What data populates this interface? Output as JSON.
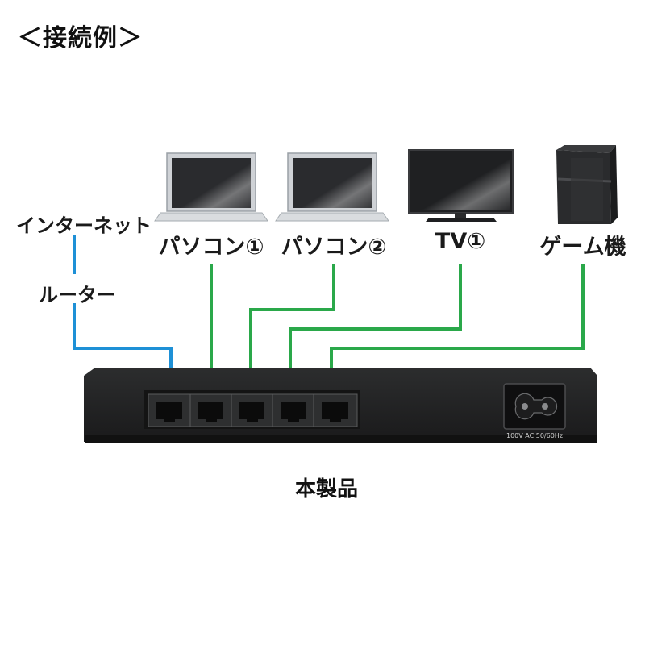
{
  "title": "＜接続例＞",
  "left_labels": {
    "internet": "インターネット",
    "router": "ルーター"
  },
  "devices": [
    {
      "label": "パソコン①",
      "icon": "laptop-icon"
    },
    {
      "label": "パソコン②",
      "icon": "laptop-icon"
    },
    {
      "label": "TV①",
      "icon": "tv-icon"
    },
    {
      "label": "ゲーム機",
      "icon": "game-console-icon"
    }
  ],
  "product": {
    "label": "本製品",
    "power_rating": "100V AC 50/60Hz",
    "port_count": 5
  },
  "colors": {
    "uplink_cable": "#1e90d6",
    "device_cable": "#2aa84a",
    "switch_body": "#222222"
  }
}
